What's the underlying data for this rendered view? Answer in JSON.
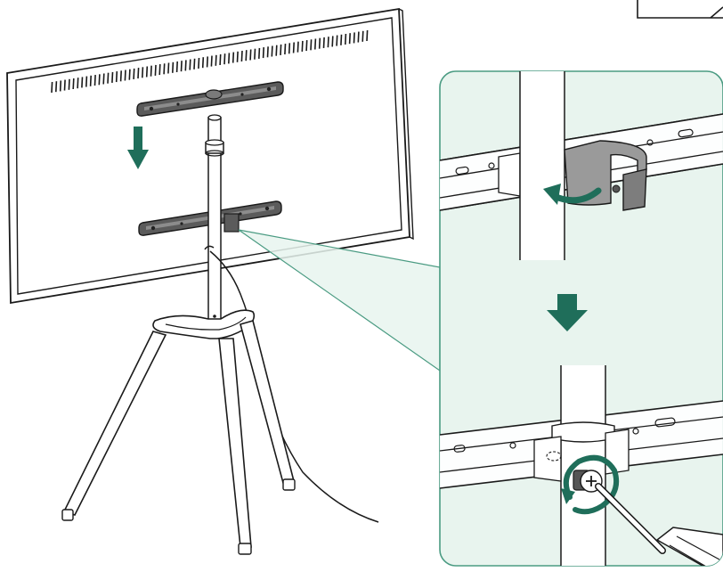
{
  "diagram": {
    "type": "assembly-instruction",
    "labels": [],
    "colors": {
      "accent": "#1f6e5a",
      "panel_fill": "#e8f4ee",
      "panel_stroke": "#4a9b82",
      "line": "#1a1a1a",
      "part_fill": "#9a9a9a",
      "part_dark": "#555555"
    },
    "steps": [
      {
        "name": "slide-tv-onto-pole",
        "arrow": "down-arrow-icon"
      },
      {
        "name": "rotate-clamp",
        "arrow": "rotate-arrow-icon"
      },
      {
        "name": "tighten-screw",
        "arrow": "rotate-arrow-icon"
      }
    ]
  }
}
